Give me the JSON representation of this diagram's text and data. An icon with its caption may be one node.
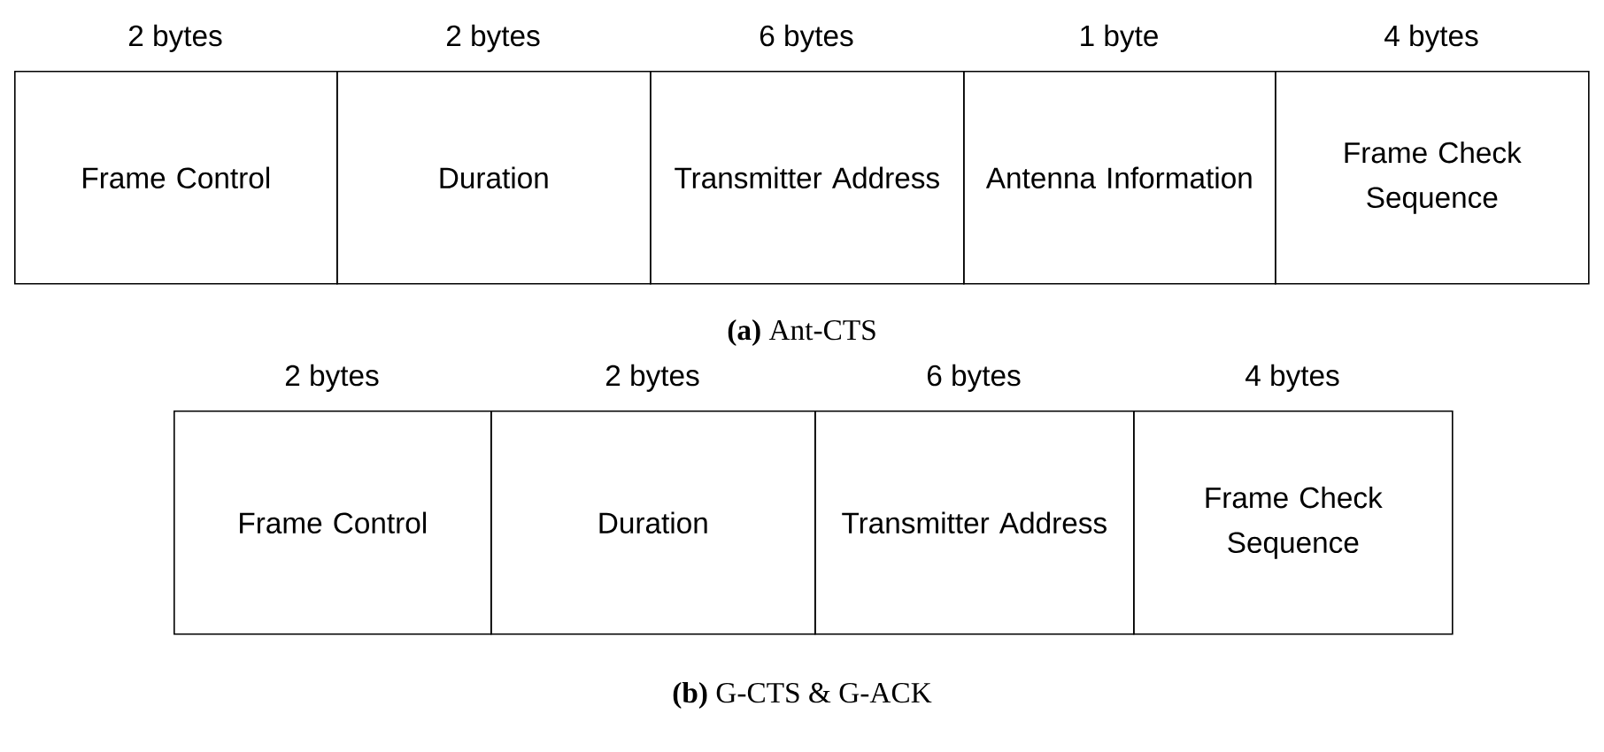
{
  "diagram": {
    "nodes": [
      {
        "text": [
          "Frame Control"
        ],
        "beside": [
          "2 bytes"
        ]
      },
      {
        "text": [
          "Duration"
        ],
        "beside": [
          "2 bytes"
        ]
      },
      {
        "text": [
          "Transmitter Address"
        ],
        "beside": [
          "6 bytes"
        ]
      },
      {
        "text": [
          "Antenna Information"
        ],
        "beside": [
          "1 byte"
        ]
      },
      {
        "text": [
          "Frame Check Sequence"
        ],
        "beside": [
          "4 bytes"
        ]
      },
      {
        "text": [
          "Frame Control"
        ],
        "beside": [
          "2 bytes"
        ]
      },
      {
        "text": [
          "Duration"
        ],
        "beside": [
          "2 bytes"
        ]
      },
      {
        "text": [
          "Transmitter Address"
        ],
        "beside": [
          "6 bytes"
        ]
      },
      {
        "text": [
          "Frame Check Sequence"
        ],
        "beside": [
          "4 bytes"
        ]
      }
    ],
    "labels": [
      "**(a)** Ant-CTS",
      "**(b)** G-CTS & G-ACK"
    ]
  }
}
